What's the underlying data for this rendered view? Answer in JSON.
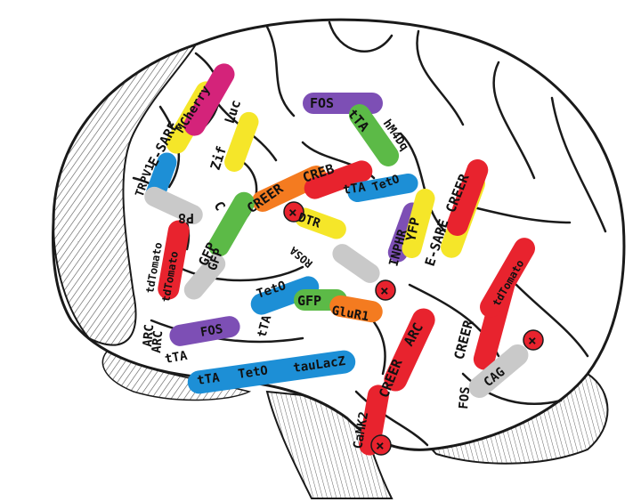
{
  "image": {
    "subject": "brain-illustration",
    "colors": {
      "outline": "#1a1a1a",
      "cortex_fill": "#ffffff",
      "hatch": "#555555",
      "red": "#e8232e",
      "orange": "#f47b20",
      "yellow": "#f5e629",
      "green": "#5cba47",
      "blue": "#1d8fd6",
      "violet": "#7d4fb5",
      "magenta": "#d4237a",
      "gray": "#c9c9c9"
    }
  },
  "labels": {
    "l1": "E-SARE",
    "l2": "MCherry",
    "l3": "TRPV1",
    "l4": "Zif",
    "l5": "Luc",
    "l6": "FOS",
    "l7": "tTA",
    "l8": "hM4Dq",
    "l9": "CREER",
    "l10": "CREB",
    "l11": "GFP",
    "l12": "C",
    "l13": "P8",
    "l14": "DTR",
    "l15": "ROSA",
    "l16": "tTA",
    "l17": "TetO",
    "l18": "INPHR",
    "l19": "YFP",
    "l20": "E-SARE",
    "l21": "CREER",
    "l22": "ARC",
    "l23": "tdTomato",
    "l24": "GFP",
    "l25": "tTA",
    "l26": "TetO",
    "l27": "GFP",
    "l28": "GluR1",
    "l29": "ARC",
    "l30": "tdTomato",
    "l31": "tTA",
    "l32": "FOS",
    "l33": "tTA",
    "l34": "TetO",
    "l35": "tauLacZ",
    "l36": "CREER",
    "l37": "ARC",
    "l38": "CREER",
    "l39": "FOS",
    "l40": "CAG",
    "l41": "tdTomato",
    "l42": "CaMK2",
    "x1": "×",
    "x2": "×",
    "x3": "×",
    "x4": "×"
  }
}
